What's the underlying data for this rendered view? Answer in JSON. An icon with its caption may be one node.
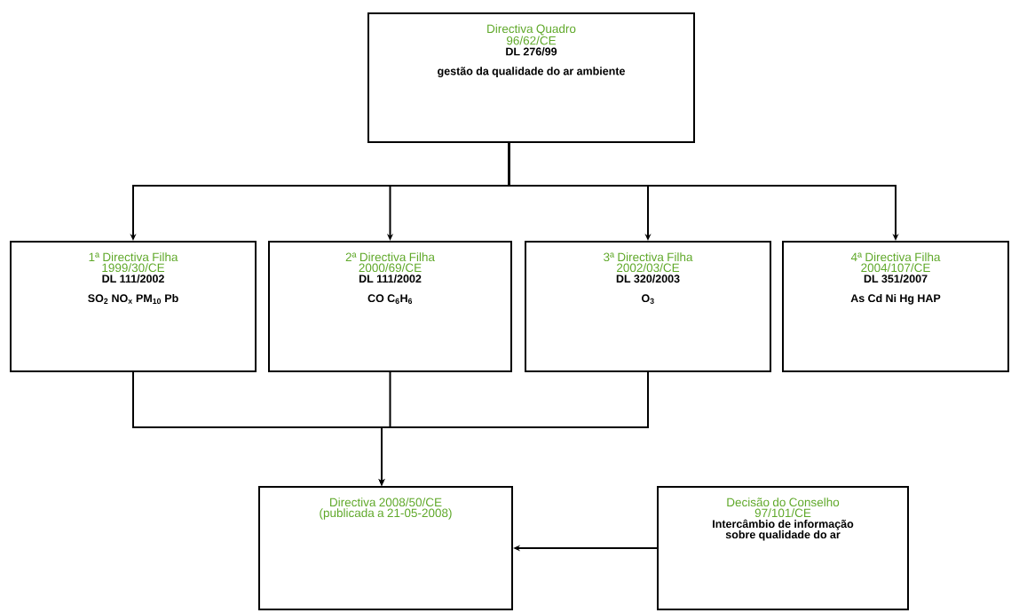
{
  "diagram": {
    "nodes": [
      {
        "text": [
          "Directiva Quadro",
          "96/62/CE",
          "DL 276/99",
          "gestão da qualidade do ar ambiente"
        ]
      },
      {
        "text": [
          "1ª Directiva Filha",
          "1999/30/CE",
          "DL 111/2002",
          "SO$_{2}$ NO$_{x}$ PM$_{10}$ Pb"
        ]
      },
      {
        "text": [
          "2ª Directiva Filha",
          "2000/69/CE",
          "DL 111/2002",
          "CO C$_{6}$H$_{6}$"
        ]
      },
      {
        "text": [
          "3ª Directiva Filha",
          "2002/03/CE",
          "DL 320/2003",
          "O$_{3}$"
        ]
      },
      {
        "text": [
          "4ª Directiva Filha",
          "2004/107/CE",
          "DL 351/2007",
          "As Cd Ni Hg HAP"
        ]
      },
      {
        "text": [
          "Directiva 2008/50/CE",
          "(publicada a 21-05-2008)"
        ]
      },
      {
        "text": [
          "Decisão do Conselho",
          "97/101/CE",
          "Intercâmbio de informação sobre qualidade do ar"
        ]
      }
    ],
    "edges": [
      {
        "from": 0,
        "to": 1,
        "arrow": "to"
      },
      {
        "from": 0,
        "to": 2,
        "arrow": "to"
      },
      {
        "from": 0,
        "to": 3,
        "arrow": "to"
      },
      {
        "from": 0,
        "to": 4,
        "arrow": "to"
      },
      {
        "from": 1,
        "to": 5,
        "arrow": "to"
      },
      {
        "from": 2,
        "to": 5,
        "arrow": "to"
      },
      {
        "from": 3,
        "to": 5,
        "arrow": "to"
      },
      {
        "from": 6,
        "to": 5,
        "arrow": "to"
      }
    ]
  }
}
